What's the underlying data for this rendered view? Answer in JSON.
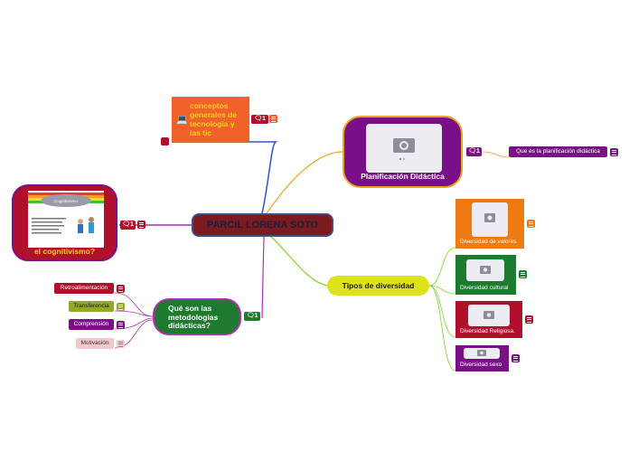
{
  "center": {
    "label": "PARCIL LORENA SOTO"
  },
  "conceptos": {
    "label": "conceptos generales de tecnologia y las tic",
    "icon": "computer-icon",
    "comments": "1"
  },
  "planificacion": {
    "label": "Planificación Didáctica",
    "comments": "1",
    "child": "Que es la planificación didáctica"
  },
  "cognitivismo": {
    "label": "el cognitivismo?",
    "comments": "1",
    "cloud_text": "Cognitivismo"
  },
  "metodologias": {
    "label": "Qué son las metodologias didácticas?",
    "comments": "1",
    "children": [
      "Retroalimentación",
      "Transferencia",
      "Comprensión",
      "Motivación"
    ]
  },
  "tipos": {
    "label": "Tipos de diversidad",
    "children": [
      "Diversidad de valores",
      "Diversidad cultural",
      "Diversidad Religiosa.",
      "Diversidad sexo"
    ]
  },
  "colors": {
    "center": "#7d1a1f",
    "orange": "#f0622a",
    "purple": "#7a1088",
    "red": "#b0102b",
    "green": "#1d7a2e",
    "yellow": "#dde21a",
    "tipos_orange": "#f07a12",
    "olive": "#94a82a",
    "pink": "#f3c8cc"
  }
}
